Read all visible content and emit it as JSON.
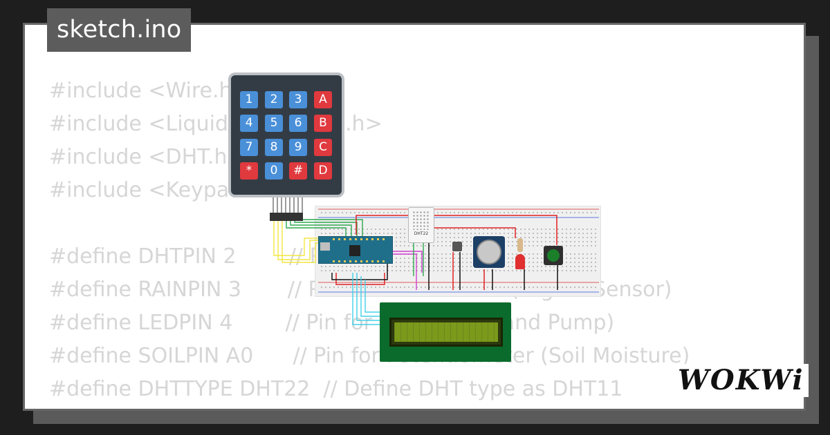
{
  "title": "sketch.ino",
  "code_lines": [
    "#include <Wire.h>",
    "#include <LiquidCrystal_I2C.h>",
    "#include <DHT.h>",
    "#include <Keypad.h>",
    "",
    "#define DHTPIN 2        // Pin for DHT22 Sensor",
    "#define RAINPIN 3       // Pin for Rain Sensor (Digital Sensor)",
    "#define LEDPIN 4        // Pin for LED (Water and Pump)",
    "#define SOILPIN A0      // Pin for Potentiometer (Soil Moisture)",
    "#define DHTTYPE DHT22  // Define DHT type as DHT11"
  ],
  "keypad": {
    "keys": [
      [
        "1",
        "2",
        "3",
        "A"
      ],
      [
        "4",
        "5",
        "6",
        "B"
      ],
      [
        "7",
        "8",
        "9",
        "C"
      ],
      [
        "*",
        "0",
        "#",
        "D"
      ]
    ]
  },
  "components": {
    "dht_label": "DHT22"
  },
  "logo": "WOKWi",
  "colors": {
    "background": "#1e1e1e",
    "card": "#ffffff",
    "key_number": "#4a90d9",
    "key_function": "#e0393e",
    "lcd_board": "#0b6b2c",
    "lcd_screen": "#7b9a1c",
    "nano": "#1f6f8b"
  }
}
